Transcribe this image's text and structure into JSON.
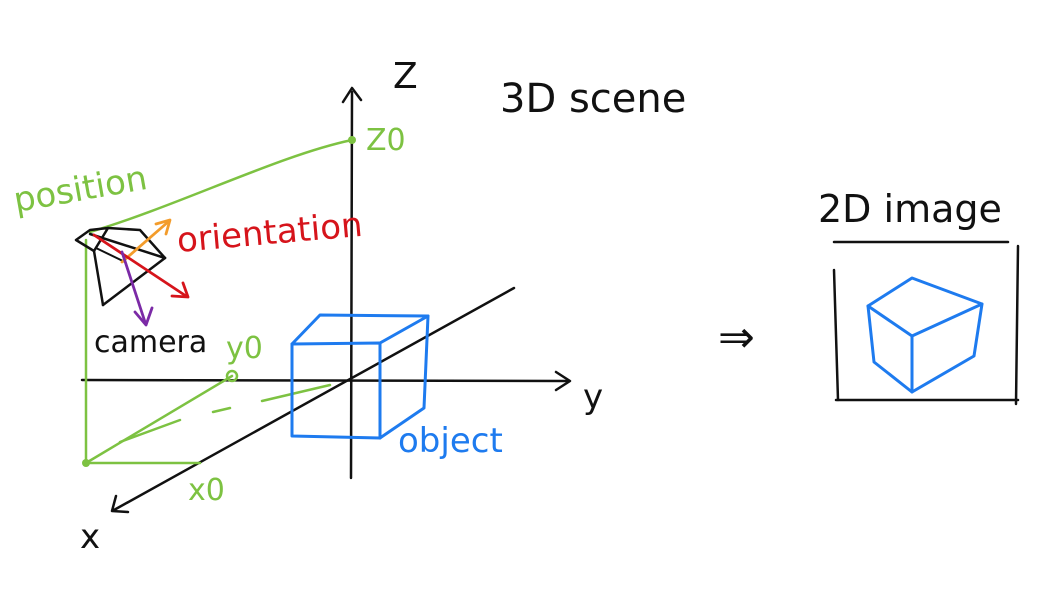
{
  "colors": {
    "ink": "#111111",
    "green": "#7dc242",
    "blue": "#1e7bef",
    "red": "#d6141b",
    "orange": "#f39c2b",
    "purple": "#7b2aa6"
  },
  "scene": {
    "title": "3D scene",
    "axis_z": "Z",
    "axis_y": "y",
    "axis_x": "x",
    "z0": "Z0",
    "y0": "y0",
    "x0": "x0",
    "position": "position",
    "orientation": "orientation",
    "camera": "camera",
    "object": "object"
  },
  "arrow": "⇒",
  "image_panel": {
    "title": "2D image"
  }
}
